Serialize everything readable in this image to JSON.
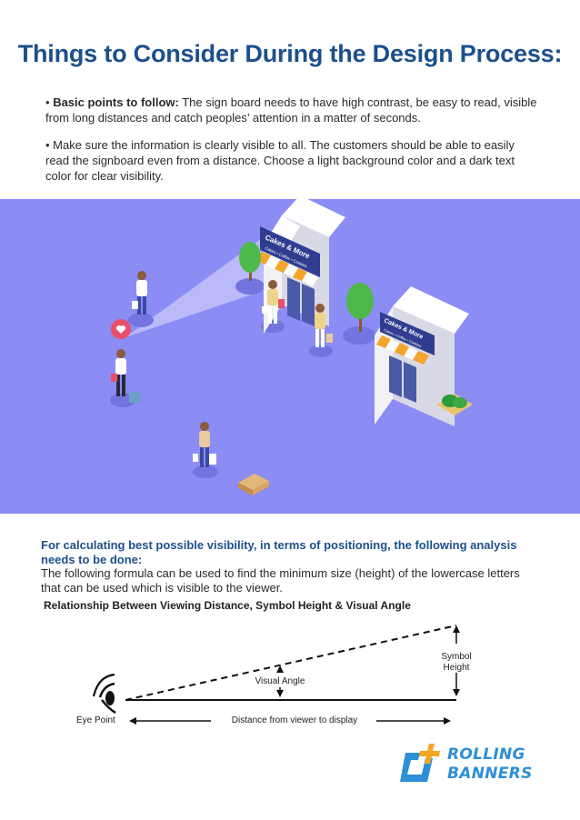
{
  "title": "Things to Consider During the Design Process:",
  "bullets": [
    {
      "marker": "•",
      "lead": "Basic points to follow:",
      "text": " The sign board needs to have high contrast, be easy to read, visible from long distances and catch peoples’ attention in a matter of seconds."
    },
    {
      "marker": "•",
      "lead": "",
      "text": " Make sure the information is clearly visible to all. The customers should be able to easily read the signboard even from a distance. Choose a light background color and a dark text color for clear visibility."
    }
  ],
  "illustration": {
    "store_sign_1": "Cakes & More",
    "store_sign_1_sub": "Cakes • Coffee • Cookies",
    "store_sign_2": "Cakes & More",
    "store_sign_2_sub": "Cakes • Coffee • Cookies",
    "colors": {
      "background": "#8c8cf5",
      "store_wall": "#f2f2f6",
      "sign": "#2e3d8f",
      "awning_a": "#f4a52b",
      "awning_b": "#ffffff",
      "heart_bubble": "#e8506a",
      "tree": "#4cba4a"
    }
  },
  "analysis": {
    "heading": "For calculating best possible visibility, in terms of positioning, the following analysis needs to be done:",
    "text": "The following formula can be used to find the minimum size (height) of the lowercase letters that can be used which is visible to the viewer."
  },
  "diagram": {
    "title": "Relationship Between Viewing Distance, Symbol Height & Visual Angle",
    "labels": {
      "eye_point": "Eye Point",
      "distance": "Distance from viewer to display",
      "visual_angle": "Visual Angle",
      "symbol_height_1": "Symbol",
      "symbol_height_2": "Height"
    }
  },
  "logo": {
    "line1": "ROLLING",
    "line2": "BANNERS",
    "colors": {
      "plus": "#f5a623",
      "frame": "#2d8fd6"
    }
  }
}
